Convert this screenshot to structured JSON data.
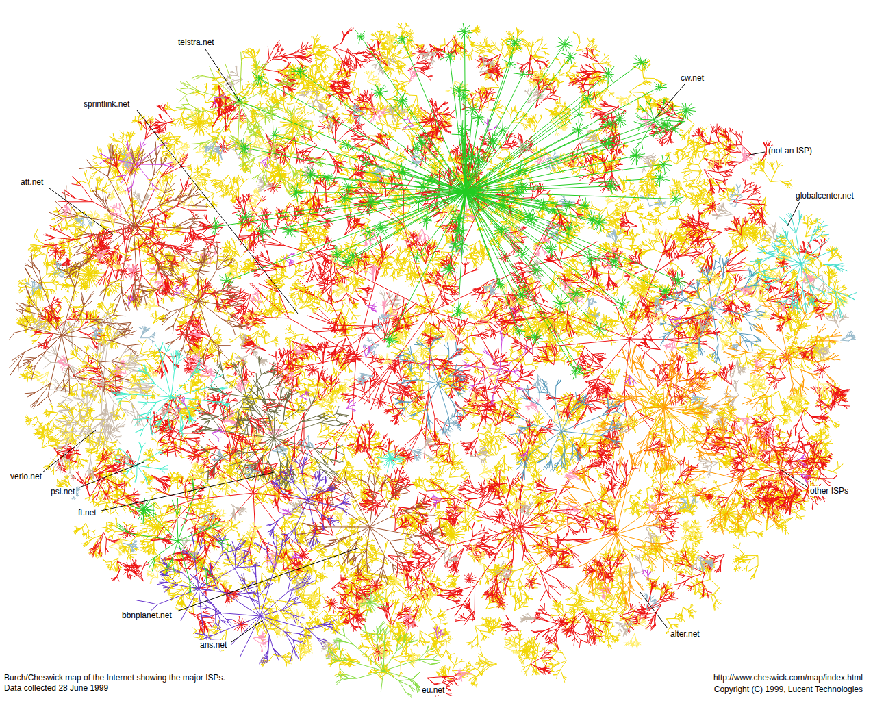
{
  "diagram": {
    "caption": "Burch/Cheswick map of the Internet showing the major ISPs.  Data collected 28 June 1999",
    "labels": [
      "telstra.net",
      "cw.net",
      "sprintlink.net",
      "(not an ISP)",
      "att.net",
      "globalcenter.net",
      "verio.net",
      "psi.net",
      "ft.net",
      "other ISPs",
      "bbnplanet.net",
      "ans.net",
      "alter.net",
      "eu.net",
      "http://www.cheswick.com/map/index.html",
      "Copyright (C) 1999, Lucent Technologies"
    ]
  }
}
